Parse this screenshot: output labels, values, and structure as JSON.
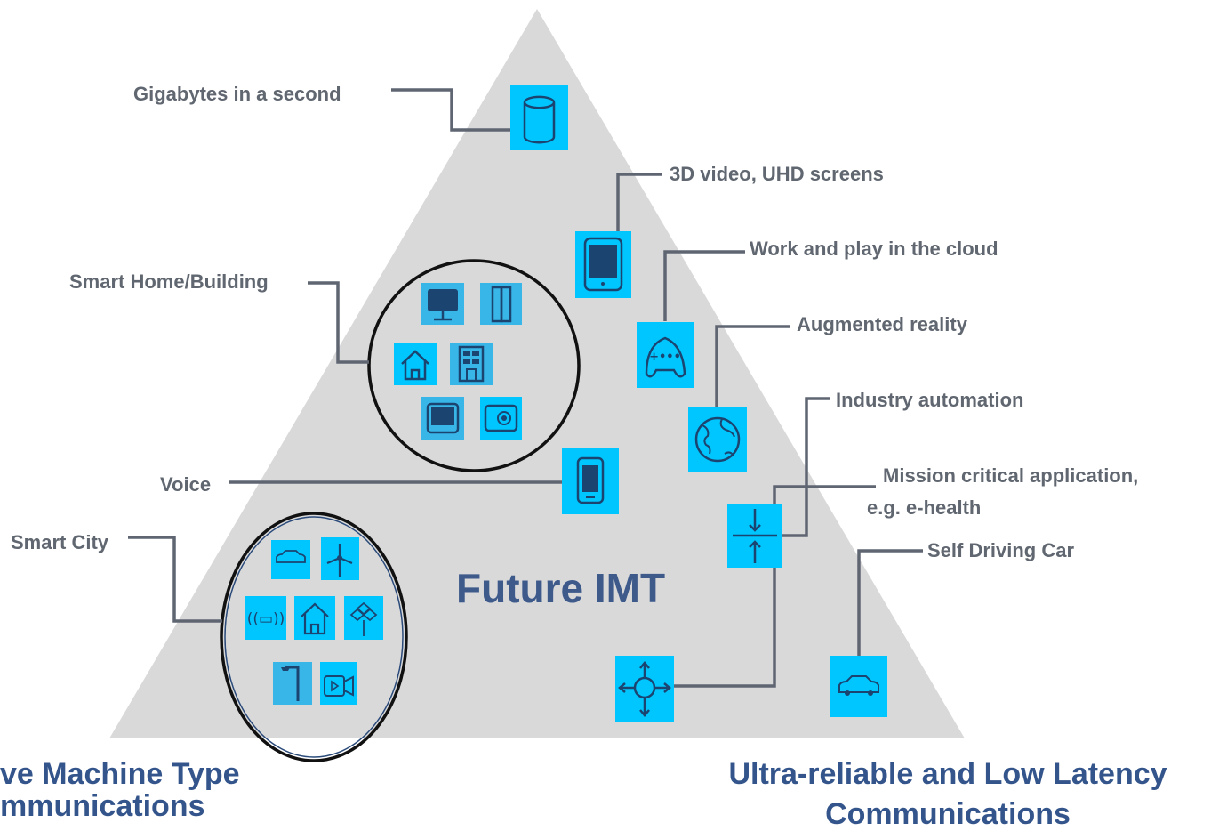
{
  "title": "Future IMT",
  "corners": {
    "left": [
      "ve Machine Type",
      "mmunications"
    ],
    "right": [
      "Ultra-reliable  and Low Latency",
      "Communications"
    ]
  },
  "labels": {
    "gigabytes": "Gigabytes in a second",
    "video": "3D video, UHD screens",
    "cloud": "Work and play in the cloud",
    "ar": "Augmented reality",
    "industry": "Industry  automation",
    "mission_1": "Mission  critical  application,",
    "mission_2": "e.g. e-health",
    "car": "Self Driving Car",
    "smart_home": "Smart Home/Building",
    "voice": "Voice",
    "smart_city": "Smart City"
  },
  "colors": {
    "triangle": "#d9d9da",
    "icon_fill": "#00c6ff",
    "icon_fill_light": "#38b6e8",
    "icon_stroke": "#1b4470",
    "connector": "#5f6672",
    "circle_stroke": "#111111",
    "title_color": "#3d5a8a"
  },
  "icons": [
    "database-icon",
    "tablet-icon",
    "gamepad-icon",
    "globe-icon",
    "converge-arrows-icon",
    "phone-icon",
    "four-way-arrows-icon",
    "car-icon",
    "monitor-icon",
    "door-icon",
    "house-icon",
    "building-icon",
    "display-icon",
    "safe-icon",
    "car-icon",
    "wind-turbine-icon",
    "signal-icon",
    "house-icon",
    "smart-grid-icon",
    "street-lamp-icon",
    "camera-icon"
  ]
}
